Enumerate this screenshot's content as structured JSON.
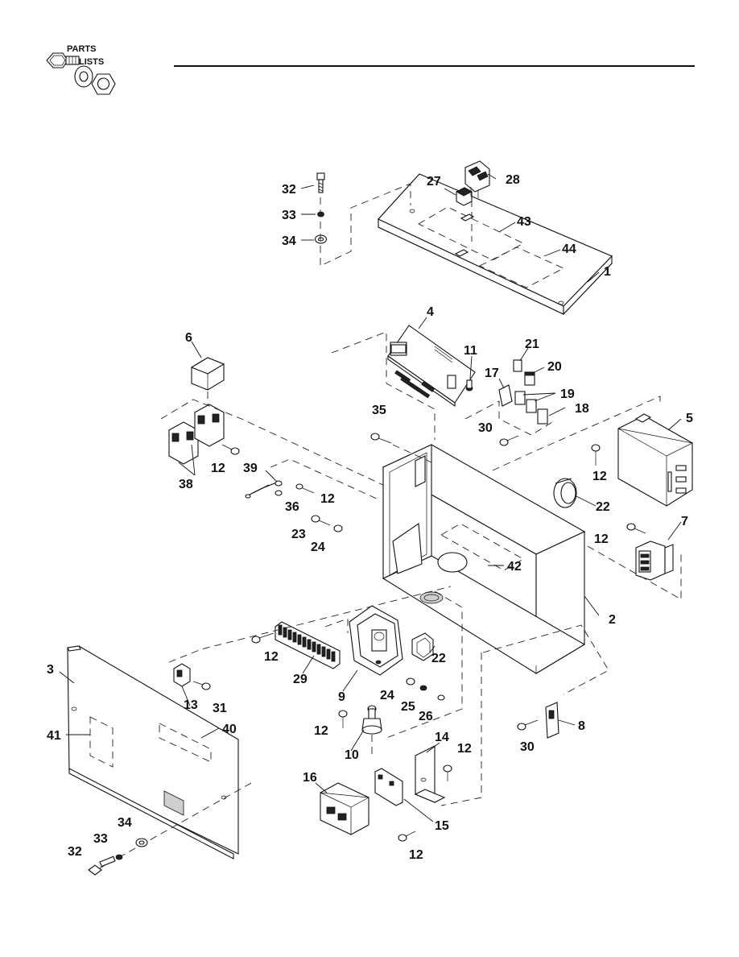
{
  "header": {
    "logo_line1": "PARTS",
    "logo_line2": "LISTS"
  },
  "callouts": {
    "c1": "1",
    "c2": "2",
    "c3": "3",
    "c4": "4",
    "c5": "5",
    "c6": "6",
    "c7": "7",
    "c8": "8",
    "c9": "9",
    "c10": "10",
    "c11": "11",
    "c12a": "12",
    "c12b": "12",
    "c12c": "12",
    "c12d": "12",
    "c12e": "12",
    "c12f": "12",
    "c12g": "12",
    "c12h": "12",
    "c13": "13",
    "c14": "14",
    "c15": "15",
    "c16": "16",
    "c17": "17",
    "c18": "18",
    "c19": "19",
    "c20": "20",
    "c21": "21",
    "c22a": "22",
    "c22b": "22",
    "c23": "23",
    "c24a": "24",
    "c24b": "24",
    "c25": "25",
    "c26": "26",
    "c27": "27",
    "c28": "28",
    "c29": "29",
    "c30a": "30",
    "c30b": "30",
    "c31": "31",
    "c32a": "32",
    "c32b": "32",
    "c33a": "33",
    "c33b": "33",
    "c34a": "34",
    "c34b": "34",
    "c35": "35",
    "c36": "36",
    "c38": "38",
    "c39": "39",
    "c40": "40",
    "c41": "41",
    "c42": "42",
    "c43": "43",
    "c44": "44"
  }
}
